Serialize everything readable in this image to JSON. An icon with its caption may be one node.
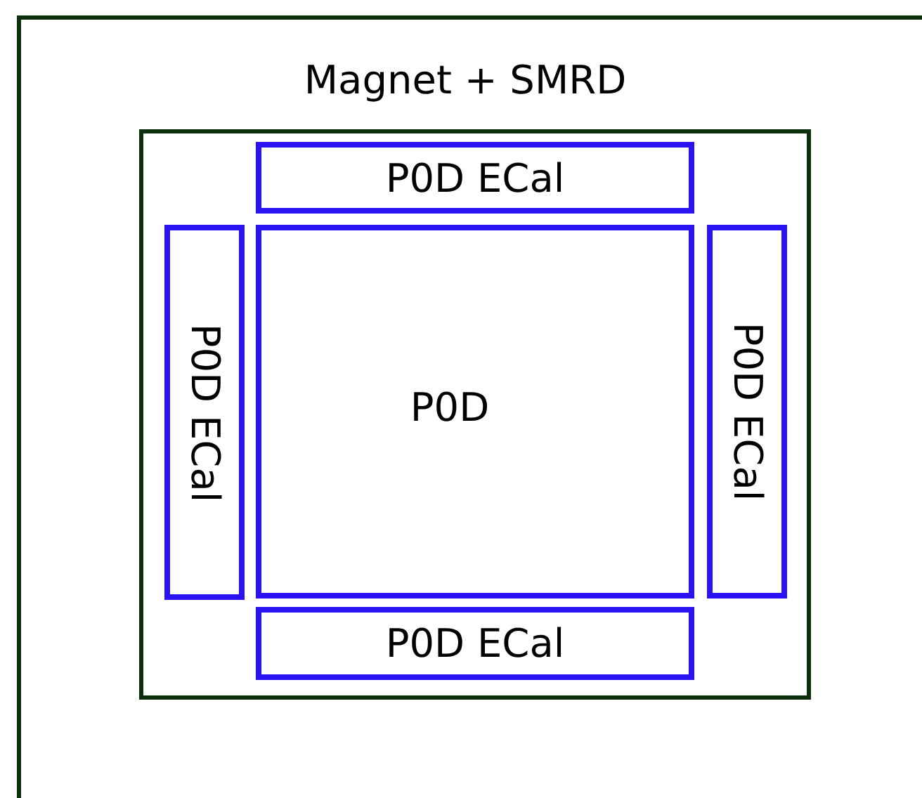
{
  "diagram": {
    "nodes": [
      {
        "text": [
          "Magnet + SMRD"
        ]
      },
      {
        "text": [],
        "shape": "box",
        "in": 0
      },
      {
        "text": [
          "P0D ECal"
        ],
        "in": 1
      },
      {
        "text": [
          "P0D ECal"
        ],
        "in": 1
      },
      {
        "text": [
          "P0D"
        ],
        "in": 1
      },
      {
        "text": [
          "P0D ECal"
        ],
        "in": 1
      },
      {
        "text": [
          "P0D ECal"
        ],
        "in": 1
      }
    ]
  }
}
